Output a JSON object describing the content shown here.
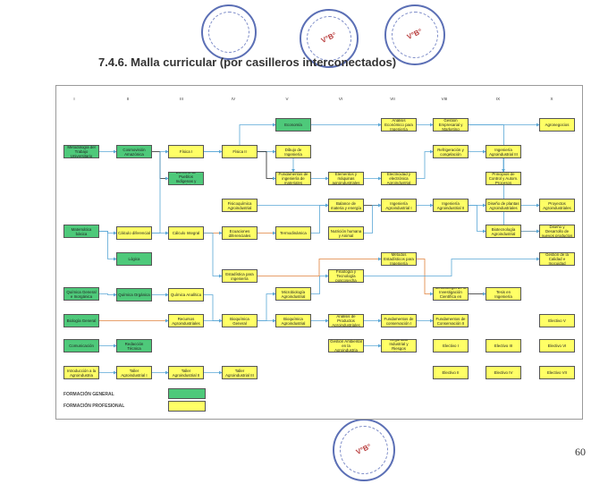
{
  "title": "7.4.6. Malla curricular (por casilleros interconectados)",
  "page_number": "60",
  "colors": {
    "general": "#4ec97a",
    "profesional": "#ffff66",
    "arrow_blue": "#5aa7d6",
    "arrow_orange": "#e0803a",
    "arrow_black": "#222222"
  },
  "columns": [
    "I",
    "II",
    "III",
    "IV",
    "V",
    "VI",
    "VII",
    "VIII",
    "IX",
    "X"
  ],
  "legend": [
    {
      "label": "FORMACIÓN GENERAL",
      "type": "general"
    },
    {
      "label": "FORMACIÓN PROFESIONAL",
      "type": "profesional"
    }
  ],
  "stamps": [
    {
      "text": ""
    },
    {
      "text": "V°B°"
    },
    {
      "text": "V°B°"
    },
    {
      "text": "V°B°"
    }
  ],
  "nodes": [
    {
      "id": "n1",
      "label": "Metodología del Trabajo Universitario",
      "type": "general"
    },
    {
      "id": "n2",
      "label": "Matemática básica",
      "type": "general"
    },
    {
      "id": "n3",
      "label": "Química General e Inorgánica",
      "type": "general"
    },
    {
      "id": "n4",
      "label": "Biología General",
      "type": "general"
    },
    {
      "id": "n5",
      "label": "Comunicación",
      "type": "general"
    },
    {
      "id": "n6",
      "label": "Introducción a la Agroindustria",
      "type": "profesional"
    },
    {
      "id": "n7",
      "label": "Cosmovisión Amazónica",
      "type": "general"
    },
    {
      "id": "n8",
      "label": "Cálculo diferencial",
      "type": "profesional"
    },
    {
      "id": "n9",
      "label": "Lógica",
      "type": "general"
    },
    {
      "id": "n10",
      "label": "Química Orgánica",
      "type": "general"
    },
    {
      "id": "n11",
      "label": "Redacción Técnica",
      "type": "general"
    },
    {
      "id": "n12",
      "label": "Taller Agroindustrial I",
      "type": "profesional"
    },
    {
      "id": "n13",
      "label": "Física I",
      "type": "profesional"
    },
    {
      "id": "n14",
      "label": "Derecho de Pueblos Indígenas y Amazónicos",
      "type": "general"
    },
    {
      "id": "n15",
      "label": "Cálculo Integral",
      "type": "profesional"
    },
    {
      "id": "n16",
      "label": "Química Analítica",
      "type": "profesional"
    },
    {
      "id": "n17",
      "label": "Recursos Agroindustriales",
      "type": "profesional"
    },
    {
      "id": "n18",
      "label": "Taller Agroindustrial II",
      "type": "profesional"
    },
    {
      "id": "n19",
      "label": "Física II",
      "type": "profesional"
    },
    {
      "id": "n20",
      "label": "Fisicoquímica Agroindustrial",
      "type": "profesional"
    },
    {
      "id": "n21",
      "label": "Ecuaciones diferenciales",
      "type": "profesional"
    },
    {
      "id": "n22",
      "label": "Estadística para ingeniería",
      "type": "profesional"
    },
    {
      "id": "n23",
      "label": "Bioquímica General",
      "type": "profesional"
    },
    {
      "id": "n24",
      "label": "Taller Agroindustrial III",
      "type": "profesional"
    },
    {
      "id": "n25",
      "label": "Economía",
      "type": "general"
    },
    {
      "id": "n26",
      "label": "Dibujo de Ingeniería",
      "type": "profesional"
    },
    {
      "id": "n27",
      "label": "Fundamentos de ingeniería de materiales",
      "type": "profesional"
    },
    {
      "id": "n28",
      "label": "Termodinámica",
      "type": "profesional"
    },
    {
      "id": "n29",
      "label": "Microbiología Agroindustrial",
      "type": "profesional"
    },
    {
      "id": "n30",
      "label": "Bioquímica Agroindustrial",
      "type": "profesional"
    },
    {
      "id": "n31",
      "label": "Elementos y máquinas agroindustriales",
      "type": "profesional"
    },
    {
      "id": "n32",
      "label": "Balance de materia y energía",
      "type": "profesional"
    },
    {
      "id": "n33",
      "label": "Nutrición humana y Animal",
      "type": "profesional"
    },
    {
      "id": "n34",
      "label": "Fisiología y Tecnología poscosecha",
      "type": "profesional"
    },
    {
      "id": "n35",
      "label": "Análisis de Productos Agroindustriales",
      "type": "profesional"
    },
    {
      "id": "n36",
      "label": "Gestión Ambiental en la Agroindustria",
      "type": "profesional"
    },
    {
      "id": "n37",
      "label": "Análisis Económico para Ingeniería",
      "type": "profesional"
    },
    {
      "id": "n38",
      "label": "Electricidad y electrónica Agroindustrial",
      "type": "profesional"
    },
    {
      "id": "n39",
      "label": "Ingeniería Agroindustrial I",
      "type": "profesional"
    },
    {
      "id": "n40",
      "label": "Métodos Estadísticos para Ingeniería",
      "type": "profesional"
    },
    {
      "id": "n41",
      "label": "Fundamentos de conservación I",
      "type": "profesional"
    },
    {
      "id": "n42",
      "label": "Seguridad Industrial y Riesgos Ambientales",
      "type": "profesional"
    },
    {
      "id": "n43",
      "label": "Gestión Empresarial y Marketing",
      "type": "profesional"
    },
    {
      "id": "n44",
      "label": "Refrigeración y congelación",
      "type": "profesional"
    },
    {
      "id": "n45",
      "label": "Ingeniería Agroindustrial II",
      "type": "profesional"
    },
    {
      "id": "n46",
      "label": "Metodología de la Investigación Científica en Ingeniería",
      "type": "profesional"
    },
    {
      "id": "n47",
      "label": "Fundamentos de Conservación II",
      "type": "profesional"
    },
    {
      "id": "n48",
      "label": "Electivo I",
      "type": "profesional"
    },
    {
      "id": "n49",
      "label": "Electivo II",
      "type": "profesional"
    },
    {
      "id": "n50",
      "label": "Ingeniería Agroindustrial III",
      "type": "profesional"
    },
    {
      "id": "n51",
      "label": "Principios de Control y Autom. Procesos",
      "type": "profesional"
    },
    {
      "id": "n52",
      "label": "Diseño de plantas Agroindustriales",
      "type": "profesional"
    },
    {
      "id": "n53",
      "label": "Biotecnología Agroindustrial",
      "type": "profesional"
    },
    {
      "id": "n54",
      "label": "Tesis en Ingeniería",
      "type": "profesional"
    },
    {
      "id": "n55",
      "label": "Electivo III",
      "type": "profesional"
    },
    {
      "id": "n56",
      "label": "Electivo IV",
      "type": "profesional"
    },
    {
      "id": "n57",
      "label": "Agronegocios",
      "type": "profesional"
    },
    {
      "id": "n58",
      "label": "Proyectos Agroindustriales",
      "type": "profesional"
    },
    {
      "id": "n59",
      "label": "Diseño y Desarrollo de nuevos productos",
      "type": "profesional"
    },
    {
      "id": "n60",
      "label": "Gestión de la Calidad e Inocuidad",
      "type": "profesional"
    },
    {
      "id": "n61",
      "label": "Electivo V",
      "type": "profesional"
    },
    {
      "id": "n62",
      "label": "Electivo VI",
      "type": "profesional"
    },
    {
      "id": "n63",
      "label": "Electivo VII",
      "type": "profesional"
    }
  ],
  "edges": [
    [
      "n1",
      "n7"
    ],
    [
      "n2",
      "n8"
    ],
    [
      "n2",
      "n9"
    ],
    [
      "n3",
      "n10"
    ],
    [
      "n4",
      "n17"
    ],
    [
      "n5",
      "n11"
    ],
    [
      "n6",
      "n12"
    ],
    [
      "n7",
      "n14"
    ],
    [
      "n8",
      "n15"
    ],
    [
      "n8",
      "n13"
    ],
    [
      "n10",
      "n16"
    ],
    [
      "n12",
      "n18"
    ],
    [
      "n13",
      "n19"
    ],
    [
      "n15",
      "n21"
    ],
    [
      "n15",
      "n22"
    ],
    [
      "n16",
      "n23"
    ],
    [
      "n17",
      "n23"
    ],
    [
      "n18",
      "n24"
    ],
    [
      "n13",
      "n25"
    ],
    [
      "n19",
      "n26"
    ],
    [
      "n19",
      "n27"
    ],
    [
      "n20",
      "n32"
    ],
    [
      "n21",
      "n28"
    ],
    [
      "n23",
      "n30"
    ],
    [
      "n23",
      "n29"
    ],
    [
      "n25",
      "n37"
    ],
    [
      "n26",
      "n27"
    ],
    [
      "n27",
      "n31"
    ],
    [
      "n28",
      "n32"
    ],
    [
      "n29",
      "n34"
    ],
    [
      "n30",
      "n35"
    ],
    [
      "n22",
      "n40"
    ],
    [
      "n31",
      "n38"
    ],
    [
      "n32",
      "n39"
    ],
    [
      "n33",
      "n39"
    ],
    [
      "n35",
      "n41"
    ],
    [
      "n36",
      "n42"
    ],
    [
      "n37",
      "n43"
    ],
    [
      "n38",
      "n44"
    ],
    [
      "n39",
      "n45"
    ],
    [
      "n40",
      "n46"
    ],
    [
      "n41",
      "n47"
    ],
    [
      "n43",
      "n57"
    ],
    [
      "n44",
      "n50"
    ],
    [
      "n45",
      "n52"
    ],
    [
      "n45",
      "n53"
    ],
    [
      "n46",
      "n54"
    ],
    [
      "n50",
      "n51"
    ],
    [
      "n52",
      "n58"
    ],
    [
      "n53",
      "n59"
    ],
    [
      "n43",
      "n59"
    ],
    [
      "n34",
      "n60"
    ]
  ]
}
